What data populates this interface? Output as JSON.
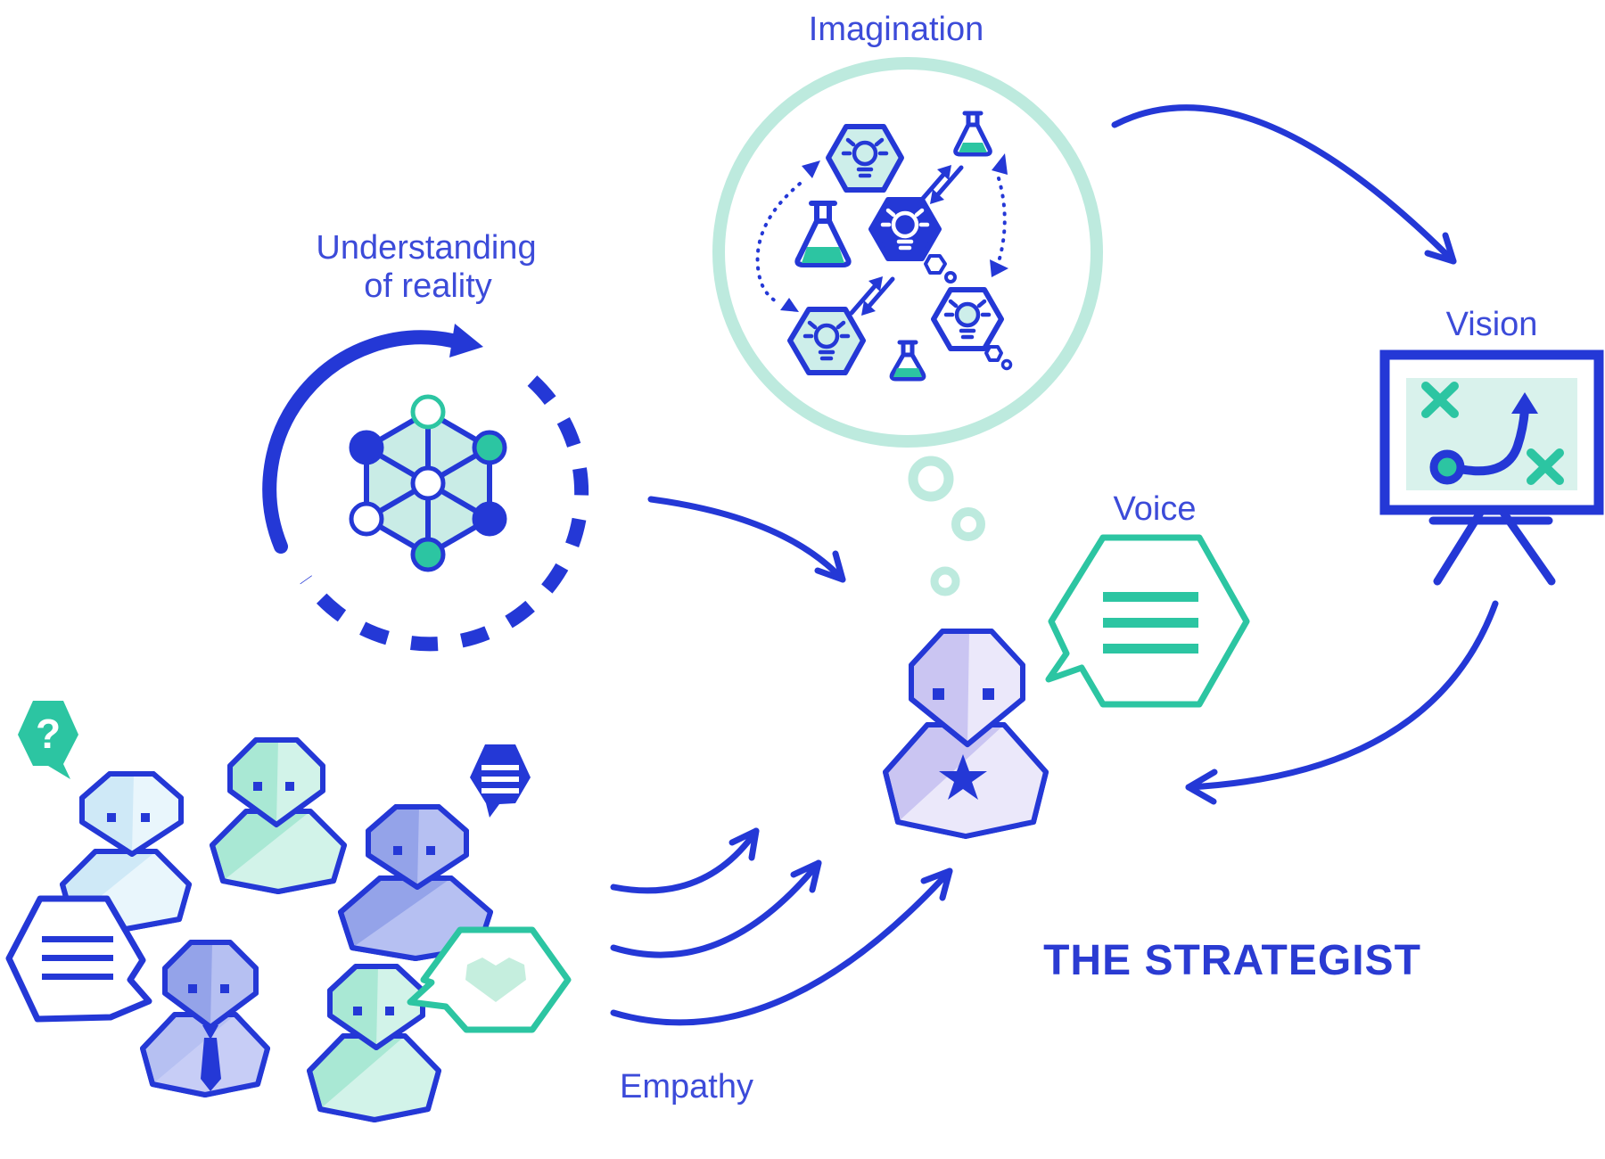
{
  "title": "THE STRATEGIST",
  "labels": {
    "imagination": "Imagination",
    "understanding_line1": "Understanding",
    "understanding_line2": "of reality",
    "vision": "Vision",
    "voice": "Voice",
    "empathy": "Empathy"
  },
  "bubbles": {
    "question_glyph": "?",
    "voice_lines": 3,
    "discussion_lines": 3
  },
  "figures": {
    "people_in_group": 5,
    "center_figure": "strategist with star badge"
  },
  "flows": [
    {
      "from": "understanding-of-reality",
      "to": "strategist"
    },
    {
      "from": "people-group-empathy",
      "to": "strategist"
    },
    {
      "from": "imagination",
      "to": "vision"
    },
    {
      "from": "vision",
      "to": "strategist"
    }
  ],
  "colors": {
    "blue": "#2438d6",
    "text_blue": "#3c4bd9",
    "title_blue": "#2a3bd2",
    "teal": "#2cc5a2",
    "pale_teal": "#bdeade",
    "light_teal": "#cdeeea",
    "mint": "#a9e8d4",
    "mint_light": "#d2f3e9",
    "sky": "#cfe9f7",
    "sky_light": "#e9f6fc",
    "periwinkle": "#94a3e9",
    "periwinkle_light": "#b6c0f2",
    "lavender": "#cac5f2",
    "lavender_light": "#ebe8fa",
    "heart_fill": "#c5eede",
    "board_fill": "#d9f2ec"
  }
}
